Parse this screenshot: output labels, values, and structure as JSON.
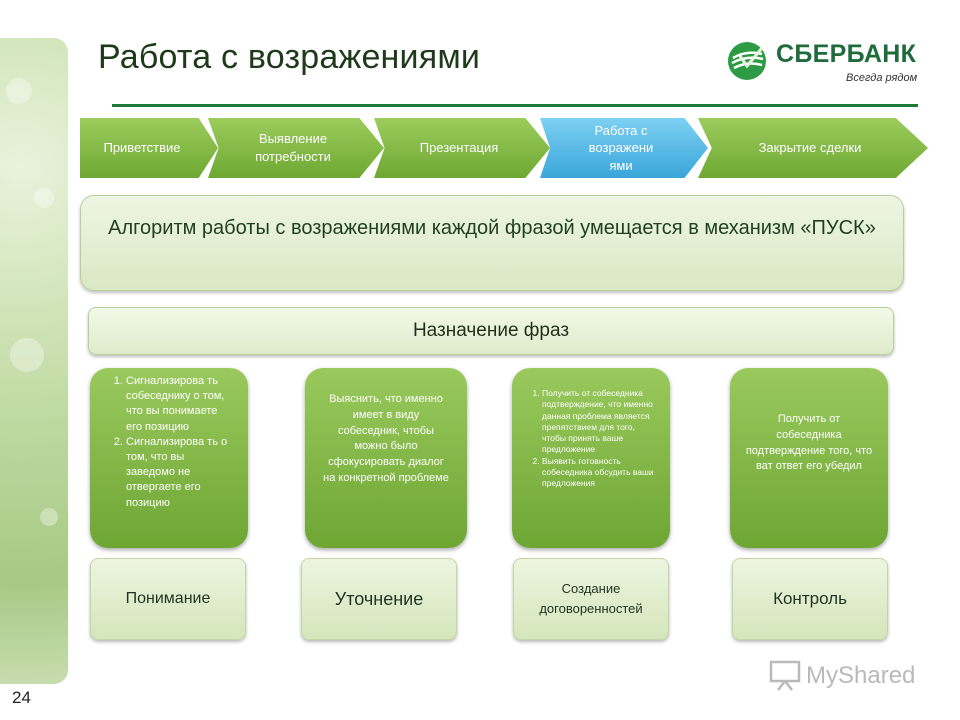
{
  "title": "Работа с возражениями",
  "logo": {
    "name": "СБЕРБАНК",
    "tagline": "Всегда рядом"
  },
  "steps": [
    {
      "label": "Приветствие"
    },
    {
      "label": "Выявление потребности"
    },
    {
      "label": "Презентация"
    },
    {
      "label": "Работа с возражени ями",
      "active": true
    },
    {
      "label": "Закрытие сделки"
    }
  ],
  "algorithm_text": "Алгоритм работы с возражениями каждой фразой умещается в механизм «ПУСК»",
  "purpose_title": "Назначение фраз",
  "boxes": {
    "b1": [
      "Сигнализирова ть собеседнику о том, что вы понимаете его позицию",
      "Сигнализирова ть о том, что вы заведомо не отвергаете его позицию"
    ],
    "b2": "Выяснить, что именно имеет в виду собеседник, чтобы можно было сфокусировать диалог на конкретной проблеме",
    "b3": [
      "Получить от собеседника подтверждение, что именно данная проблема является препятствием для того, чтобы принять ваше предложение",
      "Выявить готовность собеседника обсудить ваши предложения"
    ],
    "b4": "Получить от собеседника подтверждение того, что ват ответ его убедил"
  },
  "stages": [
    "Понимание",
    "Уточнение",
    "Создание договоренностей",
    "Контроль"
  ],
  "page_number": "24",
  "watermark": "MyShared",
  "colors": {
    "green": "#7ab33f",
    "blue": "#3aa6da",
    "dark_green": "#1e7a3a"
  }
}
